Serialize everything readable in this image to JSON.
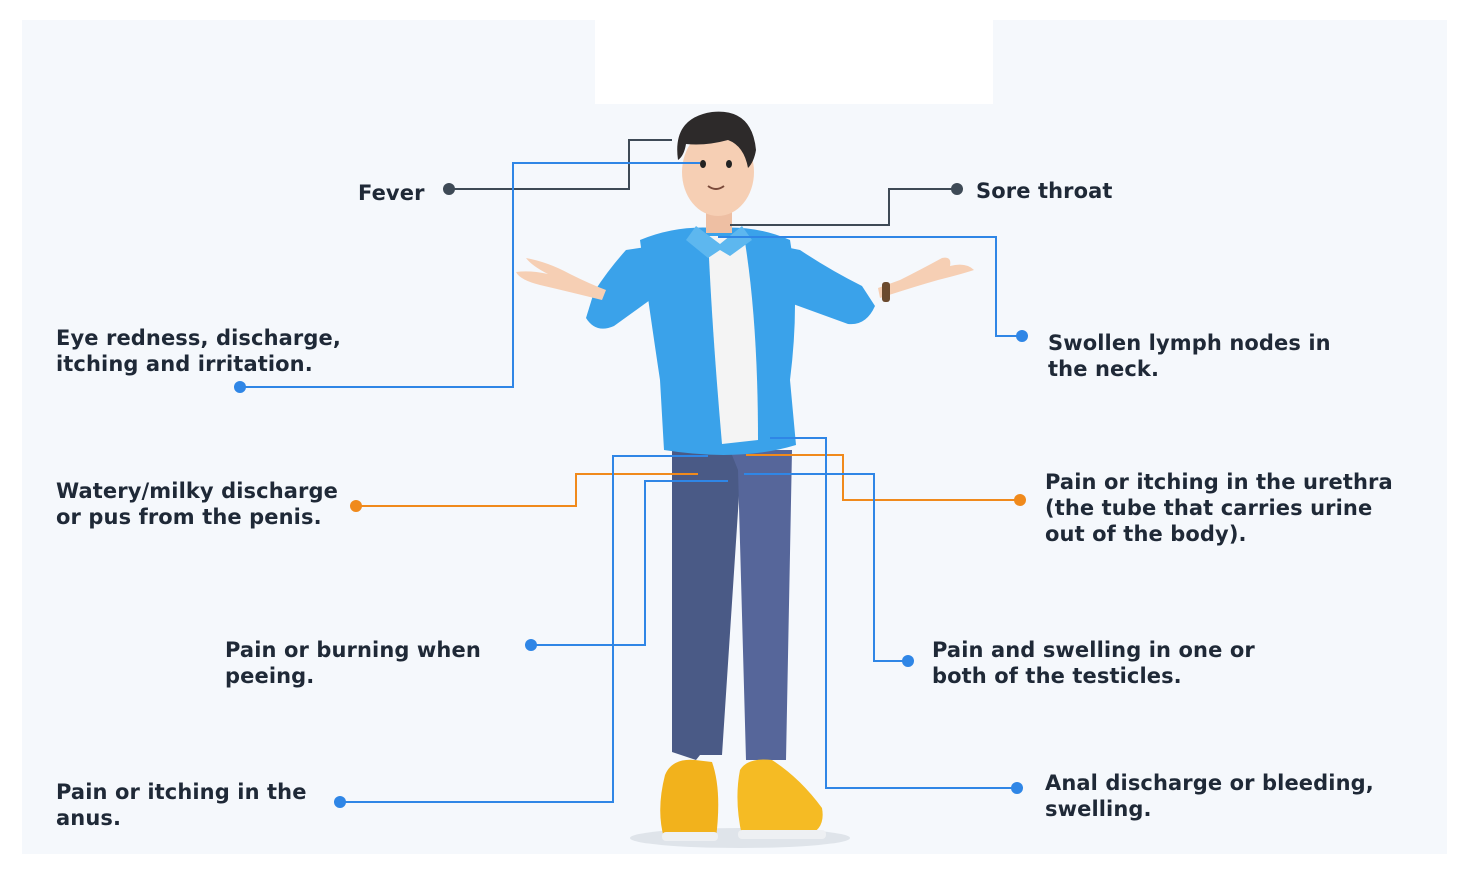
{
  "colors": {
    "dark_line": "#3e4a56",
    "blue_line": "#2f86e6",
    "orange_line": "#f08a1c",
    "text": "#1f2937",
    "shirt": "#3aa2ea",
    "pants": "#4a5a86",
    "shoes": "#f2b21c",
    "skin": "#f6cfb4",
    "hair": "#2d2a2a"
  },
  "symptoms": {
    "fever": "Fever",
    "sore_throat": "Sore throat",
    "eye": "Eye redness, discharge,\nitching and irritation.",
    "lymph": "Swollen lymph nodes in\nthe neck.",
    "discharge_penis": "Watery/milky discharge\nor pus from the penis.",
    "urethra": "Pain or itching in the urethra\n(the tube that carries urine\nout of the body).",
    "peeing": "Pain or burning when\npeeing.",
    "testicles": "Pain and swelling in one or\nboth of the testicles.",
    "anus": "Pain or itching in the\nanus.",
    "anal_discharge": "Anal discharge or bleeding,\nswelling."
  }
}
